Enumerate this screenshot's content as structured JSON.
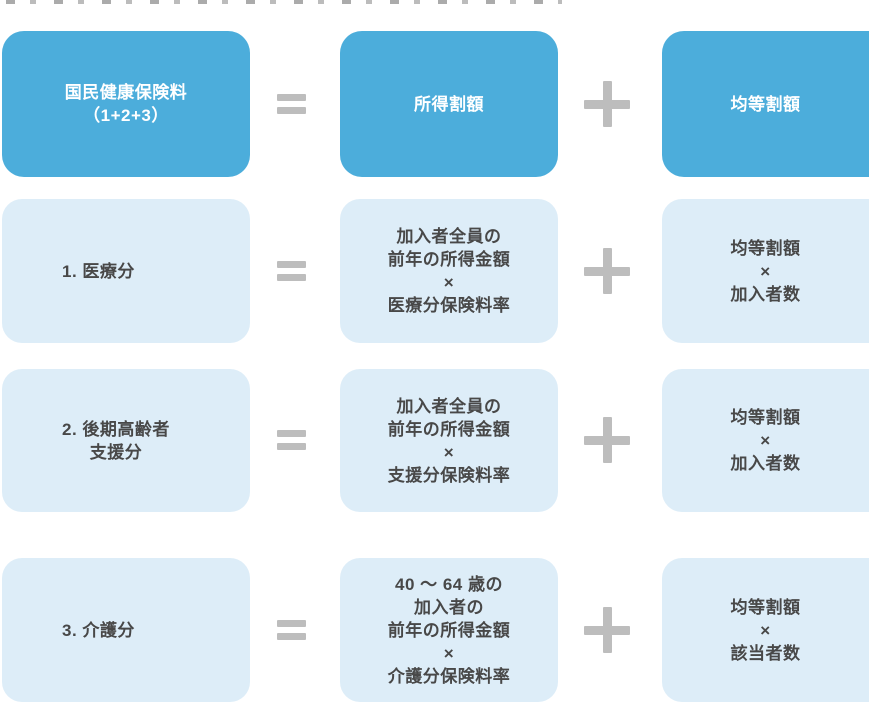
{
  "palette": {
    "header_box_blue": "#4caddb",
    "detail_box_blue": "#ddedf8",
    "text_dark": "#484848",
    "text_white": "#ffffff",
    "operator_gray": "#bdbdbd"
  },
  "formula": {
    "header_row": {
      "total_label": "国民健康保険料\n（1+2+3）",
      "income_portion_label": "所得割額",
      "per_capita_portion_label": "均等割額"
    },
    "rows": [
      {
        "label": "1. 医療分",
        "income_formula": "加入者全員の\n前年の所得金額\n×\n医療分保険料率",
        "per_capita_formula": "均等割額\n×\n加入者数"
      },
      {
        "label": "2. 後期高齢者\n支援分",
        "income_formula": "加入者全員の\n前年の所得金額\n×\n支援分保険料率",
        "per_capita_formula": "均等割額\n×\n加入者数"
      },
      {
        "label": "3. 介護分",
        "income_formula": "40 ～ 64 歳の\n加入者の\n前年の所得金額\n×\n介護分保険料率",
        "per_capita_formula": "均等割額\n×\n該当者数"
      }
    ],
    "operators": {
      "equals": "=",
      "plus": "+"
    }
  }
}
